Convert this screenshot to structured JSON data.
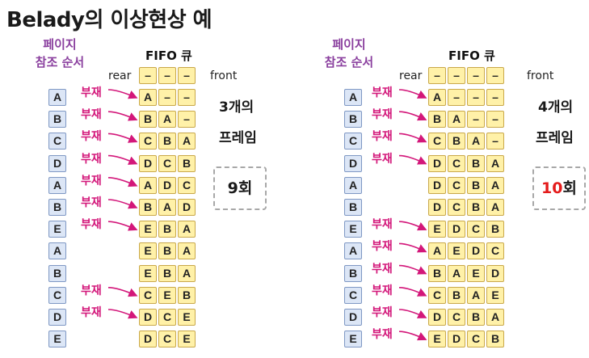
{
  "title": "Belady의 이상현상 예",
  "colors": {
    "fault": "#d3177a",
    "highlight": "#e41b1b",
    "seq_label": "#8a3f9e"
  },
  "left": {
    "seq_label_1": "페이지",
    "seq_label_2": "참조 순서",
    "fifo_label": "FIFO 큐",
    "rear_label": "rear",
    "front_label": "front",
    "frames_label_1": "3개의",
    "frames_label_2": "프레임",
    "count_value": "9",
    "count_suffix": "회",
    "header_cells": [
      "–",
      "–",
      "–"
    ],
    "refs": [
      "A",
      "B",
      "C",
      "D",
      "A",
      "B",
      "E",
      "A",
      "B",
      "C",
      "D",
      "E"
    ],
    "faults": [
      true,
      true,
      true,
      true,
      true,
      true,
      true,
      false,
      false,
      true,
      true,
      false
    ],
    "fault_text": "부재",
    "rows": [
      [
        "A",
        "–",
        "–"
      ],
      [
        "B",
        "A",
        "–"
      ],
      [
        "C",
        "B",
        "A"
      ],
      [
        "D",
        "C",
        "B"
      ],
      [
        "A",
        "D",
        "C"
      ],
      [
        "B",
        "A",
        "D"
      ],
      [
        "E",
        "B",
        "A"
      ],
      [
        "E",
        "B",
        "A"
      ],
      [
        "E",
        "B",
        "A"
      ],
      [
        "C",
        "E",
        "B"
      ],
      [
        "D",
        "C",
        "E"
      ],
      [
        "D",
        "C",
        "E"
      ]
    ]
  },
  "right": {
    "seq_label_1": "페이지",
    "seq_label_2": "참조 순서",
    "fifo_label": "FIFO 큐",
    "rear_label": "rear",
    "front_label": "front",
    "frames_label_1": "4개의",
    "frames_label_2": "프레임",
    "count_value": "10",
    "count_suffix": "회",
    "header_cells": [
      "–",
      "–",
      "–",
      "–"
    ],
    "refs": [
      "A",
      "B",
      "C",
      "D",
      "A",
      "B",
      "E",
      "A",
      "B",
      "C",
      "D",
      "E"
    ],
    "faults": [
      true,
      true,
      true,
      true,
      false,
      false,
      true,
      true,
      true,
      true,
      true,
      true
    ],
    "fault_text": "부재",
    "rows": [
      [
        "A",
        "–",
        "–",
        "–"
      ],
      [
        "B",
        "A",
        "–",
        "–"
      ],
      [
        "C",
        "B",
        "A",
        "–"
      ],
      [
        "D",
        "C",
        "B",
        "A"
      ],
      [
        "D",
        "C",
        "B",
        "A"
      ],
      [
        "D",
        "C",
        "B",
        "A"
      ],
      [
        "E",
        "D",
        "C",
        "B"
      ],
      [
        "A",
        "E",
        "D",
        "C"
      ],
      [
        "B",
        "A",
        "E",
        "D"
      ],
      [
        "C",
        "B",
        "A",
        "E"
      ],
      [
        "D",
        "C",
        "B",
        "A"
      ],
      [
        "E",
        "D",
        "C",
        "B"
      ]
    ]
  }
}
